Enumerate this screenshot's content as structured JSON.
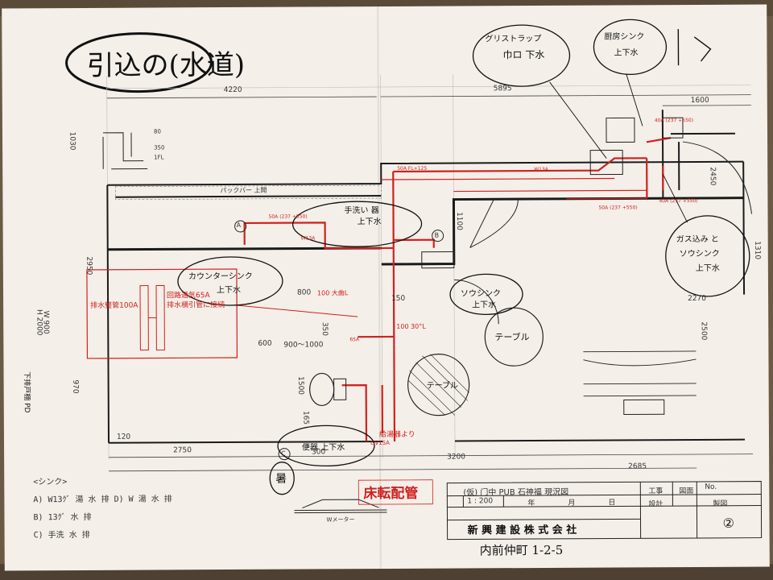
{
  "title": {
    "handwritten": "引込の(水道)"
  },
  "section_label": "床転配管",
  "title_block": {
    "project": "(仮) 门中 PUB 石神福 現況図",
    "company": "新 興 建 設 株 式 会 社",
    "scale": "1 : 200",
    "work_label": "工事",
    "drawing_label": "図面",
    "no_label": "No.",
    "design_label": "設計",
    "draft_label": "製図",
    "year": "年",
    "month": "月",
    "day": "日",
    "circle_mark": "②",
    "address": "内前仲町 1-2-5"
  },
  "dimensions": {
    "d4220": "4220",
    "d5895": "5895",
    "d1600": "1600",
    "d2450": "2450",
    "d2950": "2950",
    "d1310": "1310",
    "d2270": "2270",
    "d2500": "2500",
    "d1030": "1030",
    "d970": "970",
    "d1500": "1500",
    "d2750": "2750",
    "d3200": "3200",
    "d2685": "2685",
    "d800": "800",
    "d600": "600",
    "d350": "350",
    "d150": "150",
    "d1100": "1100",
    "d120": "120",
    "d300": "300",
    "d165": "165",
    "d900": "900～1000",
    "h2000": "H 2000",
    "w900": "W 900"
  },
  "annotations": {
    "grease_trap": "グリストラップ",
    "grease_sub": "巾ロ 下水",
    "kitchen_sink": "厨房シンク",
    "kitchen_sink_sub": "上下水",
    "gas_in": "ガス込み と",
    "gas_sub": "ソウシンク",
    "gas_sub2": "上下水",
    "counter_sink": "カウンターシンク",
    "counter_sub": "上下水",
    "hand_wash": "手洗い 器",
    "hand_sub": "上下水",
    "sink_b": "ソウシンク",
    "sink_b_sub": "上下水",
    "table1": "テーブル",
    "table2": "テーブル",
    "toilet": "便器 上下水",
    "water_heater": "給湯器より",
    "drain_pipe": "排水竪管100A",
    "vent_note1": "回路通気65A",
    "vent_note2": "排水横引管に接続",
    "back_pipe": "パックバー 上開",
    "big_elbow": "100 大曲L",
    "elbow30": "100 30°L",
    "pipe_label1": "50A (237 +550)",
    "pipe_label2": "W13A",
    "pipe_label3": "50A FL+125",
    "pipe_label4": "40A (237 +550)",
    "pipe_label5": "65A",
    "pipe_label6": "GV15A",
    "pipe_label7": "W13A",
    "pipe_label8": "40A (237 +550)",
    "pipe_label9": "50A (237 +550)",
    "sect_80": "80",
    "sect_350": "350",
    "sect_1fl": "1FL",
    "marker_a": "A",
    "marker_b": "B",
    "marker_c": "C",
    "hinoki": "暑",
    "water_meter": "Wメーター"
  },
  "legend": {
    "heading": "<シンク>",
    "line_a": "A)  W13ｸﾞ  湯  水  排      D)  W  湯  水  排",
    "line_b": "B)  13ｸﾞ     水  排",
    "line_c": "C)  手洗   水  排"
  },
  "side_notes": {
    "height_note": "H 2000  W 900",
    "vertical_note": "下排戸棚 PD"
  },
  "colors": {
    "paper": "#f4efe9",
    "ink": "#1a1a1a",
    "red_pipe": "#d0201e"
  }
}
